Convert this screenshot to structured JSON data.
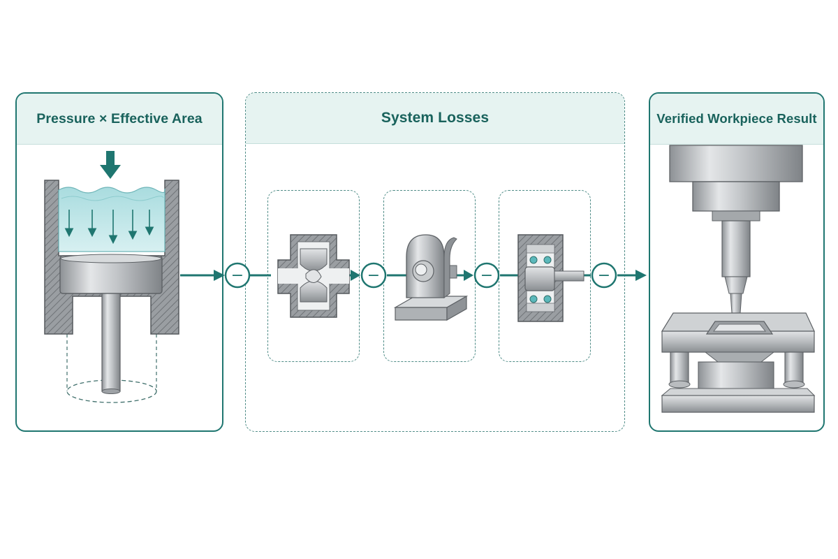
{
  "panels": {
    "input": {
      "title": "Pressure × Effective Area"
    },
    "losses": {
      "title": "System Losses"
    },
    "output": {
      "title": "Verified Workpiece Result"
    }
  },
  "loss_stages": [
    {
      "name": "valve-loss",
      "symbol": "−"
    },
    {
      "name": "joint-loss",
      "symbol": "−"
    },
    {
      "name": "seal-loss",
      "symbol": "−"
    },
    {
      "name": "output-loss",
      "symbol": "−"
    }
  ],
  "colors": {
    "accent": "#1f7670",
    "header_fill": "#e6f3f1",
    "fluid": "#bfe4e6",
    "steel": "#b9bcbf"
  },
  "icons": [
    "down-arrow-icon",
    "hydraulic-cylinder-icon",
    "valve-icon",
    "pivot-bracket-icon",
    "seal-bearing-icon",
    "press-die-icon"
  ]
}
